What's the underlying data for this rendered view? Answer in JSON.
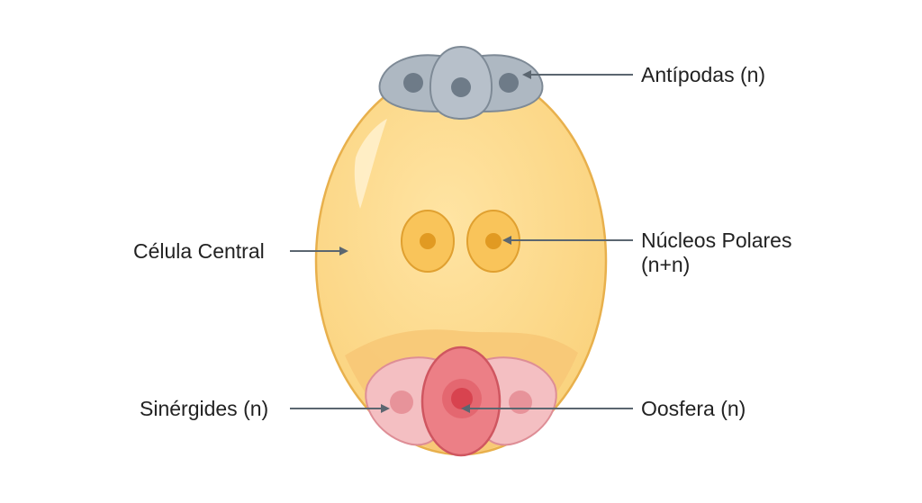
{
  "labels": {
    "antipodas": "Antípodas (n)",
    "nucleos_line1": "Núcleos Polares",
    "nucleos_line2": "(n+n)",
    "celula_central": "Célula Central",
    "sinergides": "Sinérgides (n)",
    "oosfera": "Oosfera (n)"
  },
  "colors": {
    "sac_fill": "#FCD98A",
    "sac_stroke": "#E8B04C",
    "antipode_fill": "#AEB8C2",
    "antipode_stroke": "#7E8A96",
    "antipode_nucleus": "#6E7B88",
    "polar_fill": "#F9C45A",
    "polar_stroke": "#E0A030",
    "polar_nucleus": "#E19A22",
    "synergid_fill": "#F4BFC2",
    "synergid_stroke": "#DE8E96",
    "synergid_nucleus": "#E7939A",
    "egg_fill": "#EC7F86",
    "egg_stroke": "#CF5660",
    "egg_nucleus": "#D8434F",
    "leader": "#5B6670"
  }
}
